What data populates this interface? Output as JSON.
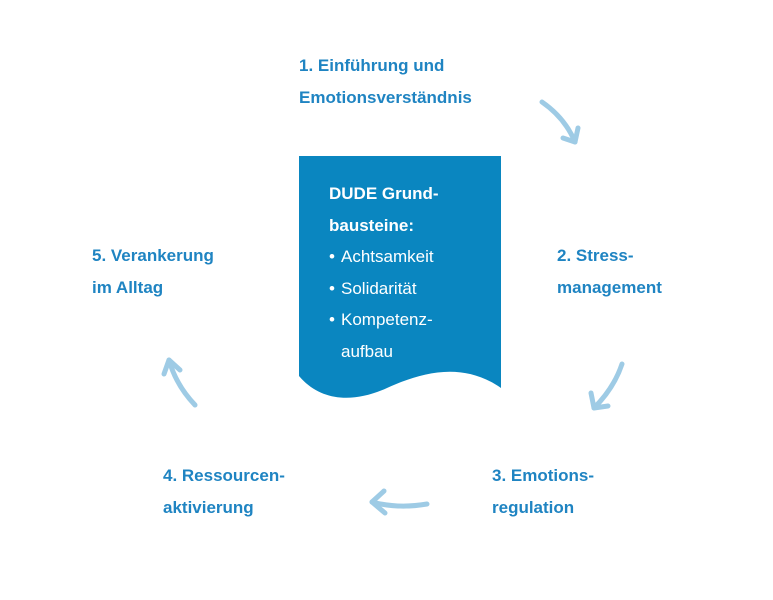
{
  "steps": [
    {
      "line1": "1. Einführung und",
      "line2": "Emotionsverständnis"
    },
    {
      "line1": "2. Stress-",
      "line2": "management"
    },
    {
      "line1": "3. Emotions-",
      "line2": "regulation"
    },
    {
      "line1": "4. Ressourcen-",
      "line2": "aktivierung"
    },
    {
      "line1": "5. Verankerung",
      "line2": "im Alltag"
    }
  ],
  "center": {
    "title_line1": "DUDE Grund-",
    "title_line2": "bausteine:",
    "bullets": [
      {
        "text": "Achtsamkeit",
        "cont": ""
      },
      {
        "text": "Solidarität",
        "cont": ""
      },
      {
        "text": "Kompetenz-",
        "cont": "aufbau"
      }
    ],
    "bullet_symbol": "•"
  },
  "colors": {
    "label_blue": "#1f84c2",
    "box_blue": "#0a86c0",
    "arrow_light_blue": "#9ecbe5"
  },
  "icons": [
    "arrow-1-to-2-icon",
    "arrow-2-to-3-icon",
    "arrow-3-to-4-icon",
    "arrow-4-to-5-icon"
  ]
}
